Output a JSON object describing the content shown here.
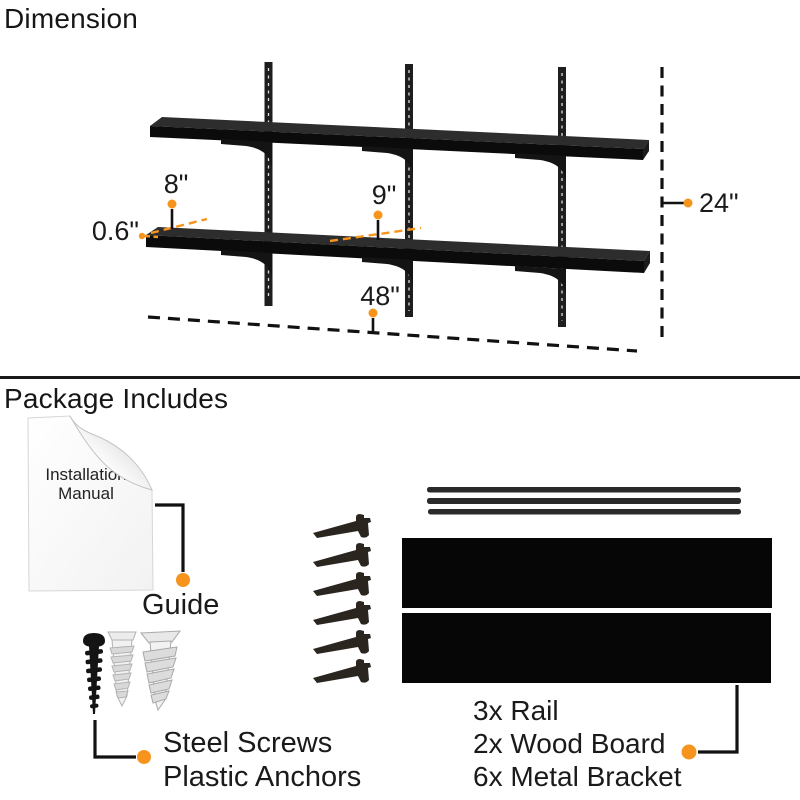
{
  "colors": {
    "accent": "#F6941D",
    "ink": "#1a1a1a"
  },
  "dimension_section": {
    "title": "Dimension",
    "labels": {
      "shelf_depth_top": "8\"",
      "board_thickness": "0.6\"",
      "shelf_depth_bottom": "9\"",
      "total_height": "24\"",
      "total_width": "48\""
    }
  },
  "package_section": {
    "title": "Package Includes",
    "manual": {
      "line1": "Installation",
      "line2": "Manual",
      "caption": "Guide"
    },
    "fasteners": {
      "line1": "Steel Screws",
      "line2": "Plastic Anchors"
    },
    "items": {
      "rail": "3x Rail",
      "board": "2x Wood Board",
      "bracket": "6x Metal Bracket"
    }
  }
}
